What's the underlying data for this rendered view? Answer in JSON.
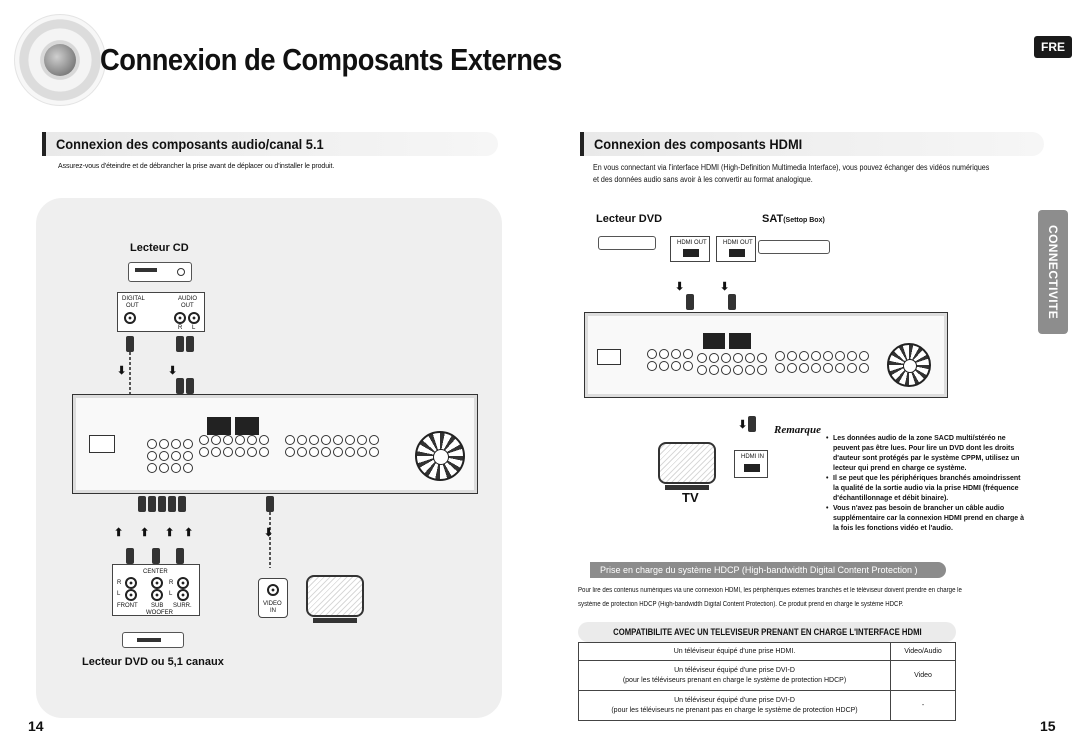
{
  "header": {
    "title": "Connexion de Composants Externes",
    "lang_badge": "FRE",
    "side_tab": "CONNECTIVITE"
  },
  "left": {
    "heading": "Connexion des composants audio/canal 5.1",
    "note": "Assurez-vous d'éteindre et de débrancher la prise avant de déplacer ou d'installer le produit.",
    "cd_label": "Lecteur CD",
    "cd_jack": {
      "digital": "DIGITAL",
      "out1": "OUT",
      "audio": "AUDIO",
      "out2": "OUT",
      "r": "R",
      "l": "L"
    },
    "dvd_jack": {
      "center": "CENTER",
      "r1": "R",
      "l1": "L",
      "r2": "R",
      "l2": "L",
      "front": "FRONT",
      "sub": "SUB",
      "woofer": "WOOFER",
      "surr": "SURR.",
      "video": "VIDEO",
      "in": "IN"
    },
    "dvd_label": "Lecteur DVD ou 5,1 canaux"
  },
  "right": {
    "heading": "Connexion des composants HDMI",
    "intro_line1": "En vous connectant via l'interface HDMI (High-Definition Multimedia Interface), vous pouvez échanger des vidéos numériques",
    "intro_line2": "et des données audio sans avoir à les convertir au format analogique.",
    "dvd_label": "Lecteur DVD",
    "sat_label": "SAT",
    "sat_sub": "(Settop Box)",
    "hdmi_out1": "HDMI OUT",
    "hdmi_out2": "HDMI OUT",
    "hdmi_in": "HDMI IN",
    "tv_label": "TV",
    "remark": "Remarque",
    "bullets": [
      "Les données audio de la zone SACD multi/stéréo ne peuvent pas être lues. Pour lire un DVD dont les droits d'auteur sont protégés par le système CPPM, utilisez un lecteur qui prend en charge ce système.",
      "Il se peut que les périphériques branchés amoindrissent la qualité de la sortie audio via la prise HDMI (fréquence d'échantillonnage et débit binaire).",
      "Vous n'avez pas besoin de brancher un câble audio supplémentaire car la connexion HDMI prend en charge à la fois les fonctions vidéo et l'audio."
    ],
    "hdcp_bar": "Prise en charge du système HDCP (High-bandwidth Digital Content Protection )",
    "hdcp_line1": "Pour lire des contenus numériques via une connexion HDMI, les périphériques externes branchés et le téléviseur doivent prendre en charge le",
    "hdcp_line2": "système de protection HDCP (High-bandwidth Digital Content Protection). Ce produit prend en charge le système HDCP.",
    "compat_heading": "COMPATIBILITE AVEC UN TELEVISEUR PRENANT EN CHARGE L'INTERFACE HDMI",
    "table": [
      {
        "desc1": "Un téléviseur équipé d'une prise HDMI.",
        "desc2": "",
        "value": "Video/Audio"
      },
      {
        "desc1": "Un téléviseur équipé d'une prise DVI-D",
        "desc2": "(pour les téléviseurs prenant en charge le système de protection HDCP)",
        "value": "Video"
      },
      {
        "desc1": "Un téléviseur équipé d'une prise DVI-D",
        "desc2": "(pour les téléviseurs ne prenant pas en charge le système de protection HDCP)",
        "value": "-"
      }
    ]
  },
  "pages": {
    "left": "14",
    "right": "15"
  }
}
